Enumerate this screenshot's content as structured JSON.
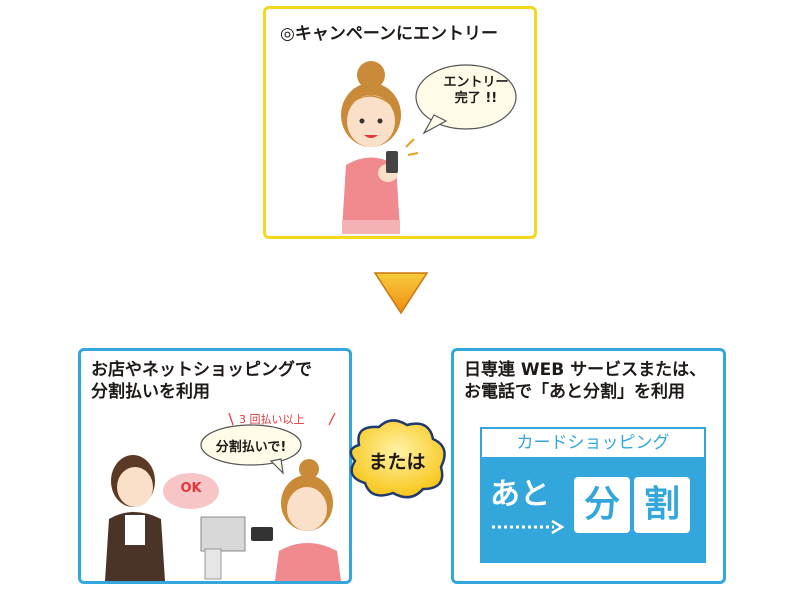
{
  "top": {
    "title": "◎キャンペーンにエントリー",
    "speech": [
      "エントリー",
      "完了 !!"
    ]
  },
  "left": {
    "title_lines": [
      "お店やネットショッピングで",
      "分割払いを利用"
    ],
    "note": "3 回払い以上",
    "speech": "分割払いで!",
    "ok": "OK"
  },
  "or_label": "または",
  "right": {
    "title_lines": [
      "日専連 WEB サービスまたは、",
      "お電話で「あと分割」を利用"
    ],
    "card_header": "カードショッピング",
    "ato": "あと",
    "tile1": "分",
    "tile2": "割"
  },
  "colors": {
    "yellow_border": "#f5d81e",
    "blue_border": "#33a6dc",
    "arrow": "#f2b31b"
  }
}
